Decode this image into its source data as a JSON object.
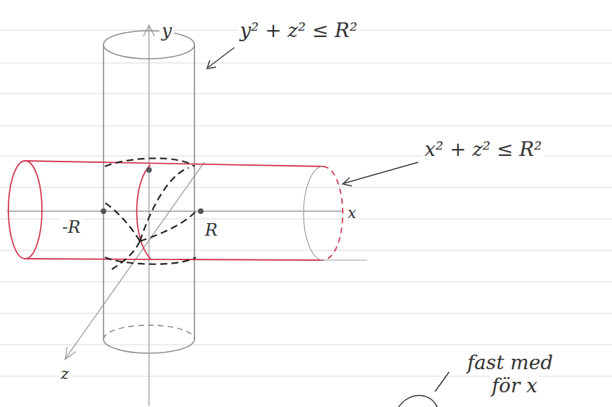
{
  "diagram": {
    "labels": [
      "y",
      "y² + z² ≤ R²",
      "x² + z² ≤ R²",
      "-R",
      "R",
      "x",
      "z",
      "fast med",
      "för x"
    ]
  }
}
